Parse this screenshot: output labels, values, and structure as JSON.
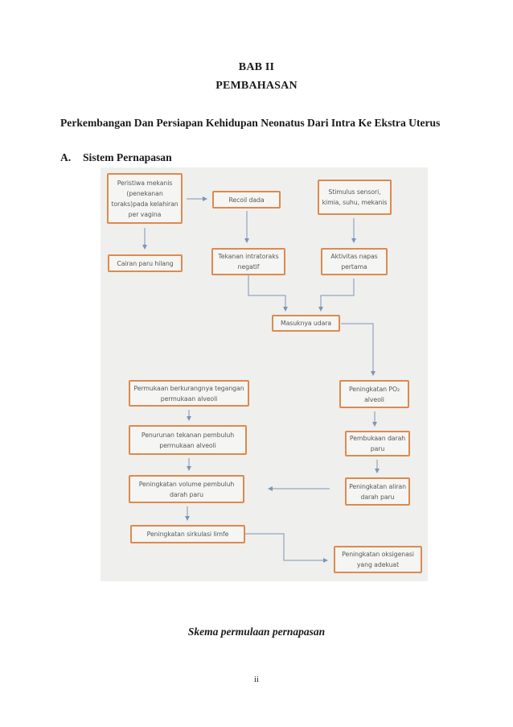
{
  "page": {
    "title_line1": "BAB II",
    "title_line2": "PEMBAHASAN",
    "heading": "Perkembangan Dan Persiapan Kehidupan Neonatus Dari Intra Ke Ekstra Uterus",
    "section_label": "A.",
    "section_title": "Sistem Pernapasan",
    "caption": "Skema permulaan pernapasan",
    "page_number": "ii"
  },
  "diagram": {
    "type": "flowchart",
    "panel_background": "#efefed",
    "box_border_color": "#dd8a4e",
    "box_fill_color": "#f5f5f3",
    "arrow_color": "#7b96b8",
    "text_color": "#595959",
    "nodes": [
      {
        "id": "peristiwa-mekanis",
        "label": "Peristiwa mekanis (penekanan toraks)pada kelahiran per vagina"
      },
      {
        "id": "recoil-dada",
        "label": "Recoil dada"
      },
      {
        "id": "stimulus-sensori",
        "label": "Stimulus sensori, kimia, suhu, mekanis"
      },
      {
        "id": "cairan-paru-hilang",
        "label": "Cairan paru hilang"
      },
      {
        "id": "tekanan-intratoraks-negatif",
        "label": "Tekanan intratoraks negatif"
      },
      {
        "id": "aktivitas-napas-pertama",
        "label": "Aktivitas napas pertama"
      },
      {
        "id": "masuknya-udara",
        "label": "Masuknya udara"
      },
      {
        "id": "permukaan-berkurangnya-tegangan",
        "label": "Permukaan berkurangnya tegangan permukaan alveoli"
      },
      {
        "id": "peningkatan-po2-alveoli",
        "label": "Peningkatan PO₂ alveoli"
      },
      {
        "id": "penurunan-tekanan-pembuluh",
        "label": "Penurunan tekanan pembuluh permukaan alveoli"
      },
      {
        "id": "pembukaan-darah-paru",
        "label": "Pembukaan darah paru"
      },
      {
        "id": "peningkatan-volume-pembuluh",
        "label": "Peningkatan volume pembuluh darah paru"
      },
      {
        "id": "peningkatan-aliran-darah-paru",
        "label": "Peningkatan aliran darah paru"
      },
      {
        "id": "peningkatan-sirkulasi-limfe",
        "label": "Peningkatan sirkulasi limfe"
      },
      {
        "id": "peningkatan-oksigenasi-adekuat",
        "label": "Peningkatan oksigenasi yang adekuat"
      }
    ],
    "edges": [
      {
        "from": "peristiwa-mekanis",
        "to": "recoil-dada"
      },
      {
        "from": "peristiwa-mekanis",
        "to": "cairan-paru-hilang"
      },
      {
        "from": "recoil-dada",
        "to": "tekanan-intratoraks-negatif"
      },
      {
        "from": "stimulus-sensori",
        "to": "aktivitas-napas-pertama"
      },
      {
        "from": "tekanan-intratoraks-negatif",
        "to": "masuknya-udara"
      },
      {
        "from": "aktivitas-napas-pertama",
        "to": "masuknya-udara"
      },
      {
        "from": "masuknya-udara",
        "to": "peningkatan-po2-alveoli"
      },
      {
        "from": "permukaan-berkurangnya-tegangan",
        "to": "penurunan-tekanan-pembuluh"
      },
      {
        "from": "peningkatan-po2-alveoli",
        "to": "pembukaan-darah-paru"
      },
      {
        "from": "penurunan-tekanan-pembuluh",
        "to": "peningkatan-volume-pembuluh"
      },
      {
        "from": "pembukaan-darah-paru",
        "to": "peningkatan-aliran-darah-paru"
      },
      {
        "from": "peningkatan-aliran-darah-paru",
        "to": "peningkatan-volume-pembuluh"
      },
      {
        "from": "peningkatan-volume-pembuluh",
        "to": "peningkatan-sirkulasi-limfe"
      },
      {
        "from": "peningkatan-sirkulasi-limfe",
        "to": "peningkatan-oksigenasi-adekuat"
      }
    ]
  }
}
